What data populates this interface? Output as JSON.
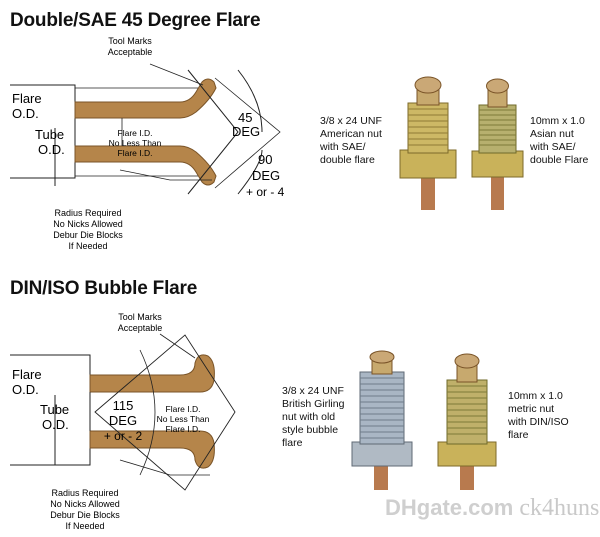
{
  "colors": {
    "flare": "#b5854a",
    "flare_stroke": "#7a5428",
    "nut_brass": "#c9b25a",
    "nut_silver": "#aab6c2",
    "tube_copper": "#b87a4e"
  },
  "sae": {
    "title": "Double/SAE 45 Degree Flare",
    "tool_marks": [
      "Tool Marks",
      "Acceptable"
    ],
    "flare_od": [
      "Flare",
      "O.D."
    ],
    "tube_od": [
      "Tube",
      "O.D."
    ],
    "flare_id": [
      "Flare I.D.",
      "No Less Than",
      "Flare I.D."
    ],
    "angle_inner": [
      "45",
      "DEG"
    ],
    "angle_outer": [
      "90",
      "DEG",
      "+ or - 4"
    ],
    "notes": [
      "Radius Required",
      "No Nicks Allowed",
      "Debur Die Blocks",
      "If Needed"
    ],
    "fittings": [
      {
        "caption": "3/8 x 24 UNF\nAmerican nut\nwith SAE/\ndouble flare",
        "icon": "brass-nut-fitting-icon"
      },
      {
        "caption": "10mm x 1.0\nAsian nut\nwith SAE/\ndouble Flare",
        "icon": "brass-nut-fitting-icon"
      }
    ]
  },
  "din": {
    "title": "DIN/ISO Bubble Flare",
    "tool_marks": [
      "Tool Marks",
      "Acceptable"
    ],
    "flare_od": [
      "Flare",
      "O.D."
    ],
    "tube_od": [
      "Tube",
      "O.D."
    ],
    "angle": [
      "115",
      "DEG",
      "+ or - 2"
    ],
    "flare_id": [
      "Flare I.D.",
      "No Less Than",
      "Flare I.D."
    ],
    "notes": [
      "Radius Required",
      "No Nicks Allowed",
      "Debur Die Blocks",
      "If Needed"
    ],
    "fittings": [
      {
        "caption": "3/8 x 24 UNF\nBritish Girling\nnut with old\nstyle bubble\nflare",
        "icon": "silver-nut-fitting-icon"
      },
      {
        "caption": "10mm  x 1.0\nmetric nut\nwith DIN/ISO\nflare",
        "icon": "brass-nut-fitting-icon"
      }
    ]
  },
  "watermark": {
    "logo": "DHgate.com",
    "text": "ck4huns"
  }
}
